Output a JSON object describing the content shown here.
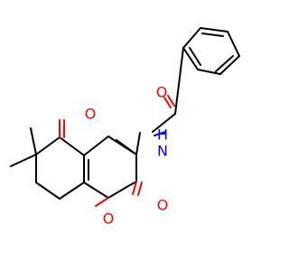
{
  "molecule": {
    "colors": {
      "bond": "#000000",
      "oxygen": "#ff0000",
      "nitrogen": "#0000ff"
    },
    "atoms": [
      {
        "id": "o-ketone",
        "symbol": "O"
      },
      {
        "id": "o-amide",
        "symbol": "O"
      },
      {
        "id": "n-amide",
        "symbol": "N"
      },
      {
        "id": "n-hydrogen",
        "symbol": "H"
      },
      {
        "id": "o-ring",
        "symbol": "O"
      },
      {
        "id": "o-lactone",
        "symbol": "O"
      }
    ]
  }
}
